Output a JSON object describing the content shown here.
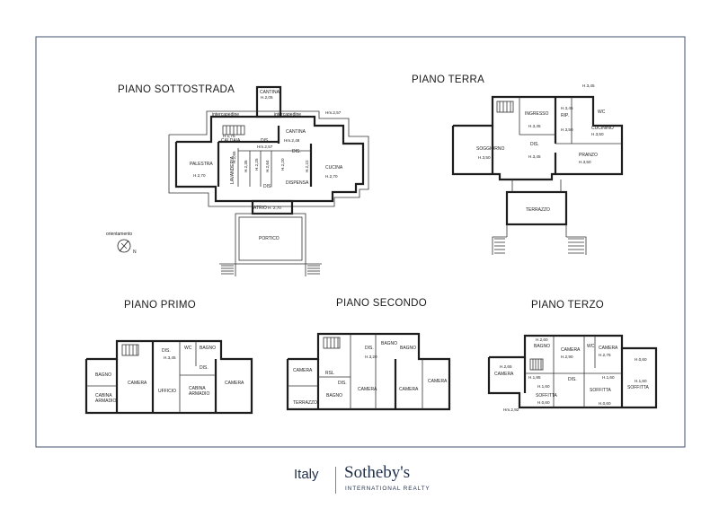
{
  "floors": {
    "sottostrada": {
      "title": "PIANO SOTTOSTRADA",
      "cantina_top": "CANTINA",
      "cantina_top_h": "H.2,05",
      "intercapedine_a": "intercapedine",
      "intercapedine_b": "intercapedine",
      "hm_257_a": "Hm.2,57",
      "cantina": "CANTINA",
      "cantina_h": "Hm.2,48",
      "hl_176": "H.1,76",
      "caldaia": "CALDAIA",
      "dis": "DIS.",
      "hm_257_b": "Hm.2,57",
      "dis2": "DIS.",
      "cantina2": "CANTINA",
      "palestra": "PALESTRA",
      "palestra_h": "H.2,70",
      "lavanderia": "LAVANDERIA",
      "h_265": "H.2,65",
      "h_235": "H.2,35",
      "h_225": "H.2,25",
      "h_264": "H.2,64",
      "h_220": "H.2,20",
      "dispensa": "DISPENSA",
      "h_222": "H.2,22",
      "cucina": "CUCINA",
      "cucina_h": "H.2,70",
      "dis3": "DIS.",
      "atrio": "ATRIO",
      "atrio_h": "H. 2,70",
      "portico": "PORTICO",
      "orientamento": "orientamento",
      "north": "N"
    },
    "terra": {
      "title": "PIANO TERRA",
      "h_345_top": "H.3,45",
      "ingresso": "INGRESSO",
      "h_345_rip": "H.3,45",
      "rip": "RIP.",
      "wc": "WC",
      "h_350": "H.3,50",
      "cucinino": "CUCININO",
      "cucinino_h": "H.3,50",
      "soggiorno": "SOGGIORNO",
      "soggiorno_h": "H.3,50",
      "dis": "DIS.",
      "h_345": "H.3,45",
      "h_345_b": "H.3,45",
      "pranzo": "PRANZO",
      "pranzo_h": "H.3,50",
      "terrazzo": "TERRAZZO"
    },
    "primo": {
      "title": "PIANO PRIMO",
      "dis": "DIS.",
      "h_345": "H.3,45",
      "wc": "WC",
      "bagno": "BAGNO",
      "dis2": "DIS.",
      "bagno2": "BAGNO",
      "camera": "CAMERA",
      "cabina_a": "CABINA",
      "armadio_a": "ARMADIO",
      "ufficio": "UFFICIO",
      "cabina_b": "CABINA",
      "armadio_b": "ARMADIO",
      "camera2": "CAMERA"
    },
    "secondo": {
      "title": "PIANO SECONDO",
      "dis": "DIS.",
      "h_320": "H.3,20",
      "bagno": "BAGNO",
      "bagno2": "BAGNO",
      "camera": "CAMERA",
      "rsl": "RSL",
      "dis2": "DIS.",
      "bagno3": "BAGNO",
      "camera2": "CAMERA",
      "camera3": "CAMERA",
      "camera4": "CAMERA",
      "terrazzo": "TERRAZZO"
    },
    "terzo": {
      "title": "PIANO TERZO",
      "h_260": "H.2,60",
      "bagno": "BAGNO",
      "camera": "CAMERA",
      "h_290": "H.2,90",
      "wc": "WC",
      "camera2": "CAMERA",
      "h_276": "H.2,76",
      "h_265": "H.2,65",
      "camera3": "CAMERA",
      "h_195": "H.1,95",
      "dis": "DIS.",
      "h_060_a": "H.0,60",
      "h_060_b": "H.0,60",
      "h_060_c": "H.0,60",
      "h_160": "H.1,60",
      "h_160_b": "H.1,60",
      "h_160_c": "H.1,60",
      "soffitta_a": "SOFFITTA",
      "soffitta_b": "SOFFITTA",
      "soffitta_c": "SOFFITTA",
      "hm_292": "Hm.2,92"
    }
  },
  "footer": {
    "region": "Italy",
    "brand": "Sotheby's",
    "subtitle": "INTERNATIONAL REALTY"
  },
  "colors": {
    "frame": "#41526b",
    "brand": "#1f2f4a",
    "ink": "#1d1d1d"
  }
}
